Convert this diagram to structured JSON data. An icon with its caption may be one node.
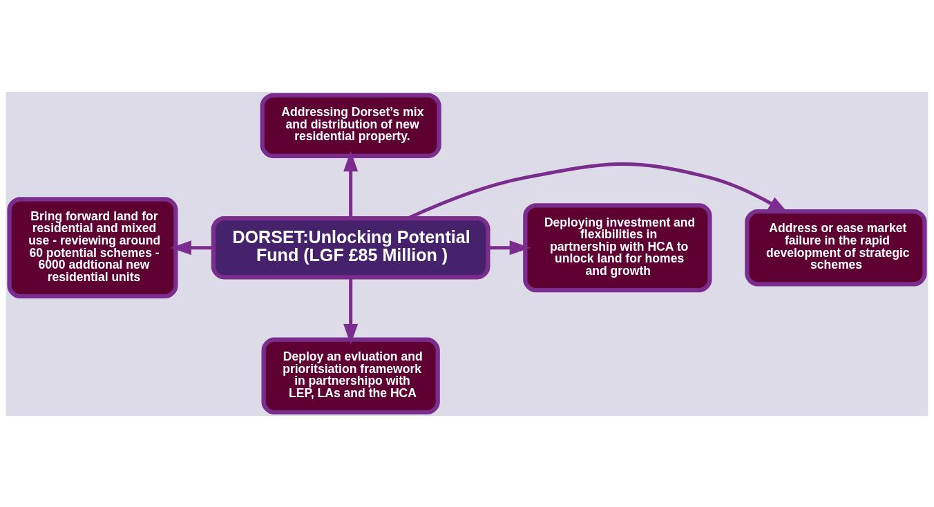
{
  "diagram": {
    "nodes": [
      {
        "text": [
          "Addressing Dorset’s mix and distribution of new residential property."
        ]
      },
      {
        "text": [
          "Bring forward land for residential and mixed use - reviewing around 60 potential schemes - 6000 addtional new residential units"
        ]
      },
      {
        "text": [
          "DORSET:Unlocking Potential Fund (LGF £85 Million )"
        ]
      },
      {
        "text": [
          "Address or ease market failure in the rapid development of strategic schemes"
        ]
      },
      {
        "text": [
          "Deploying investment and flexibilities in partnership with HCA to unlock land for homes and growth"
        ]
      },
      {
        "text": [
          "Deploy an evluation and prioritsiation framework in partnershipo with LEP, LAs and the HCA"
        ]
      }
    ],
    "edges": [
      {
        "from": 2,
        "to": 0,
        "arrow": "to"
      },
      {
        "from": 2,
        "to": 1,
        "arrow": "to"
      },
      {
        "from": 2,
        "to": 3,
        "arrow": "to"
      },
      {
        "from": 2,
        "to": 4,
        "arrow": "to"
      },
      {
        "from": 2,
        "to": 5,
        "arrow": "to"
      }
    ]
  }
}
